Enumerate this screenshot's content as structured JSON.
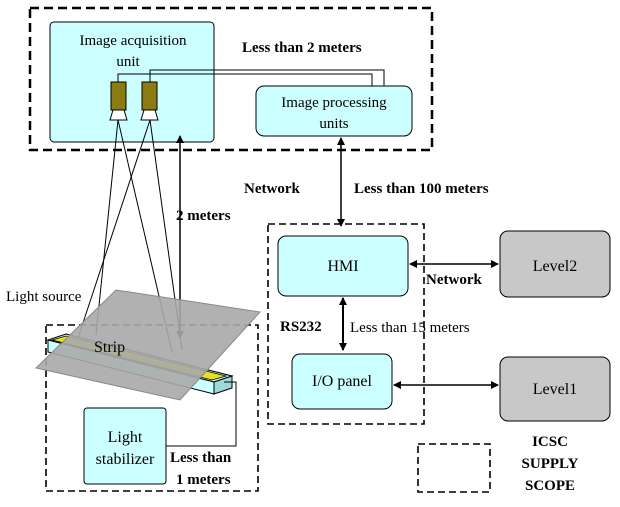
{
  "colors": {
    "box_fill": "#ccffff",
    "gray_fill": "#c8c8c8",
    "camera_fill": "#8b7b12",
    "strip_fill": "#a8a8a8",
    "bar_fill": "#ccffff",
    "bar_inner": "#e8e020"
  },
  "units": {
    "acquisition_line1": "Image acquisition",
    "acquisition_line2": "unit",
    "processing_line1": "Image processing",
    "processing_line2": "units",
    "hmi": "HMI",
    "level2": "Level2",
    "io_panel": "I/O panel",
    "level1": "Level1",
    "stabilizer_line1": "Light",
    "stabilizer_line2": "stabilizer",
    "strip": "Strip",
    "light_source": "Light source"
  },
  "labels": {
    "less_than_2m": "Less than 2 meters",
    "network_left": "Network",
    "less_than_100m": "Less than 100 meters",
    "two_meters": "2 meters",
    "network_mid": "Network",
    "rs232": "RS232",
    "less_than_15m": "Less than 15 meters",
    "less_than_1m_line1": "Less than",
    "less_than_1m_line2": "1 meters"
  },
  "legend": {
    "line1": "ICSC",
    "line2": "SUPPLY",
    "line3": "SCOPE"
  }
}
